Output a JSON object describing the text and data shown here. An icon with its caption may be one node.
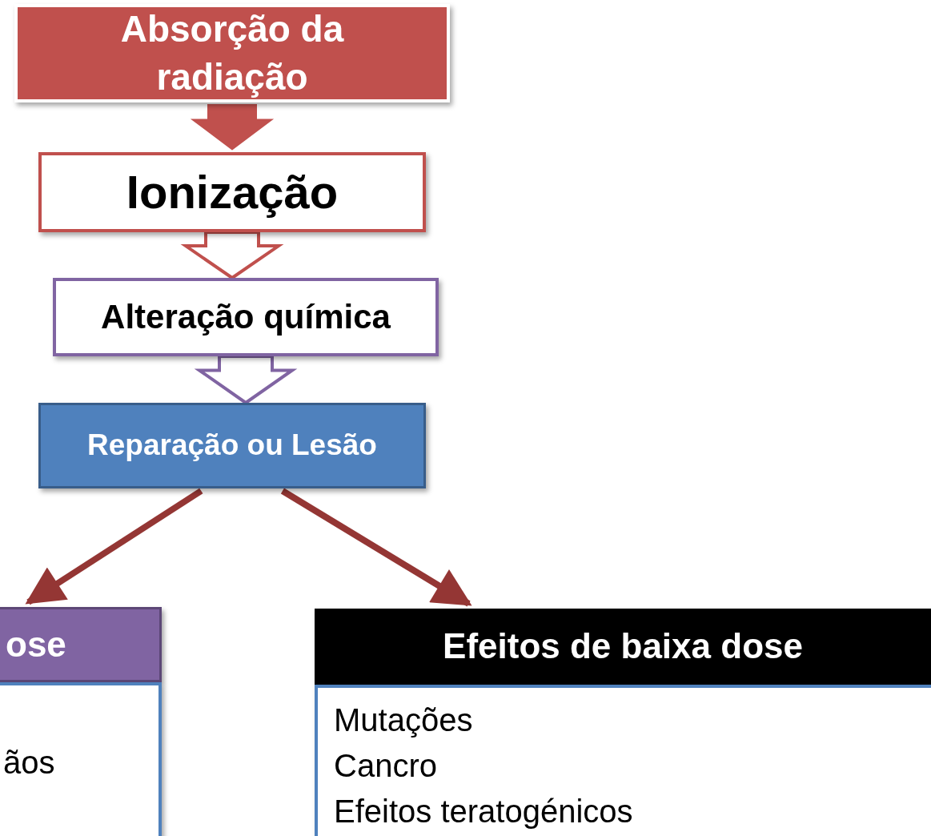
{
  "diagram": {
    "nodes": [
      {
        "text": [
          "Absorção da radiação"
        ]
      },
      {
        "text": [
          "Ionização"
        ]
      },
      {
        "text": [
          "Alteração química"
        ]
      },
      {
        "text": [
          "Reparação ou Lesão"
        ]
      },
      {
        "text": [
          "ose"
        ]
      },
      {
        "text": [
          "ãos"
        ]
      },
      {
        "text": [
          "Efeitos de baixa dose"
        ]
      },
      {
        "text": [
          "Mutações",
          "Cancro",
          "Efeitos teratogénicos"
        ]
      }
    ],
    "edges": [
      {
        "from": 0,
        "to": 1,
        "arrow": "to",
        "style": "thick",
        "color": "#c0504d"
      },
      {
        "from": 1,
        "to": 2,
        "arrow": "to",
        "style": "thick",
        "color": "#c0504d"
      },
      {
        "from": 2,
        "to": 3,
        "arrow": "to",
        "style": "thick",
        "color": "#8064a2"
      },
      {
        "from": 3,
        "to": 4,
        "arrow": "to",
        "color": "#943634"
      },
      {
        "from": 3,
        "to": 6,
        "arrow": "to",
        "color": "#943634"
      }
    ]
  }
}
